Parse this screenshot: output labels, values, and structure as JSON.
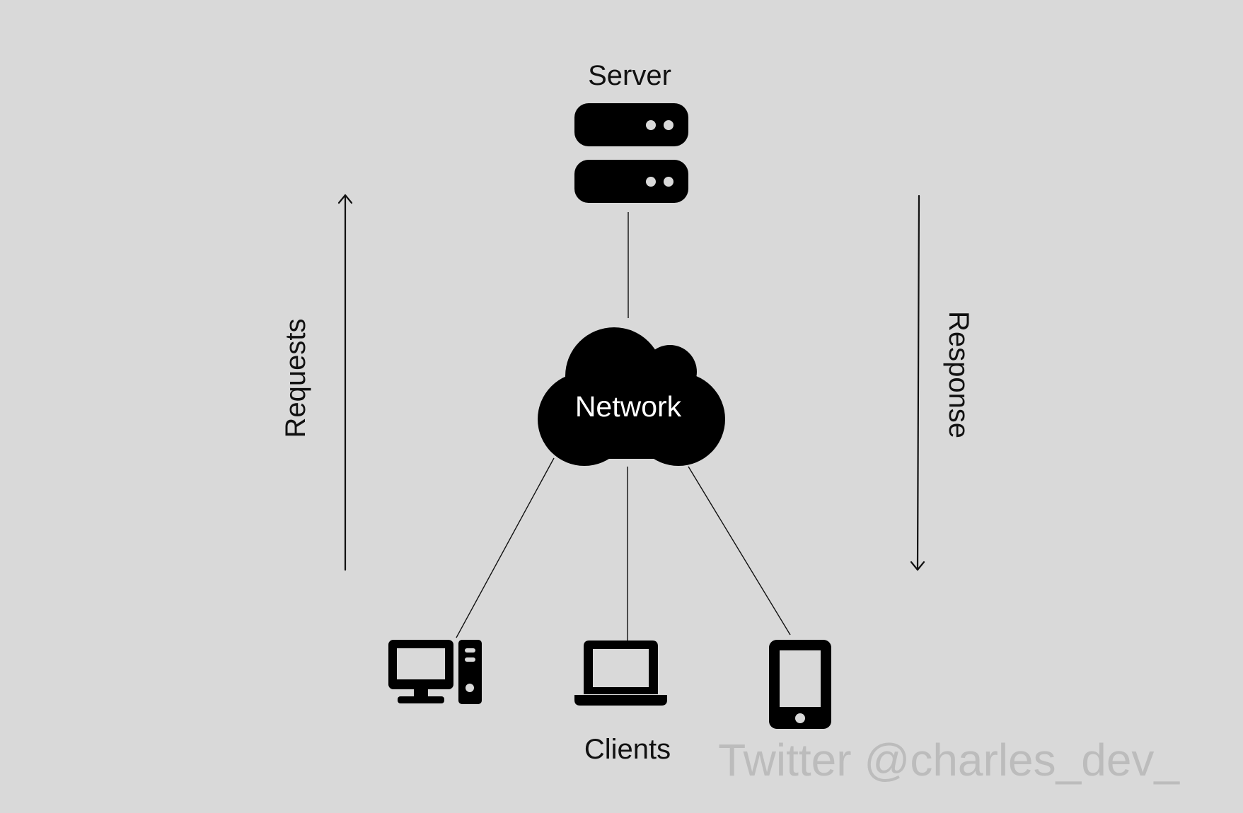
{
  "labels": {
    "server": "Server",
    "network": "Network",
    "clients": "Clients",
    "requests": "Requests",
    "response": "Response"
  },
  "watermark": "Twitter @charles_dev_",
  "icons": {
    "server": "server-rack-icon",
    "network": "cloud-icon",
    "desktop": "desktop-computer-icon",
    "laptop": "laptop-icon",
    "tablet": "tablet-icon"
  },
  "colors": {
    "background": "#d9d9d9",
    "foreground": "#000000",
    "watermark": "#bcbcbc"
  }
}
